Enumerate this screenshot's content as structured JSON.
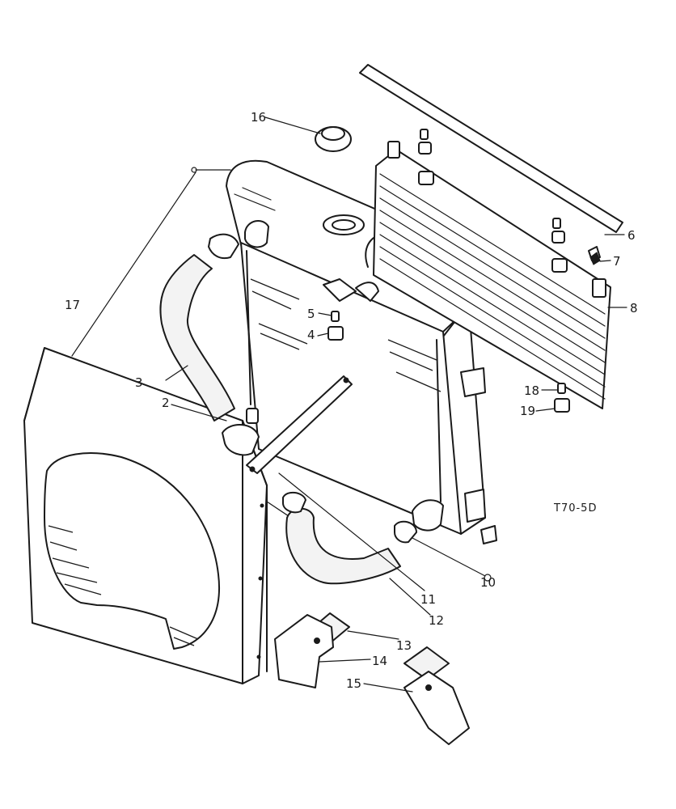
{
  "diagram": {
    "reference_code": "T70-5D",
    "callouts": [
      {
        "id": "c1",
        "label": "2"
      },
      {
        "id": "c2",
        "label": "3"
      },
      {
        "id": "c3",
        "label": "4"
      },
      {
        "id": "c4",
        "label": "5"
      },
      {
        "id": "c5",
        "label": "6"
      },
      {
        "id": "c6",
        "label": "7"
      },
      {
        "id": "c7",
        "label": "8"
      },
      {
        "id": "c8",
        "label": "10"
      },
      {
        "id": "c9",
        "label": "11"
      },
      {
        "id": "c10",
        "label": "12"
      },
      {
        "id": "c11",
        "label": "13"
      },
      {
        "id": "c12",
        "label": "14"
      },
      {
        "id": "c13",
        "label": "15"
      },
      {
        "id": "c14",
        "label": "16"
      },
      {
        "id": "c15",
        "label": "17"
      },
      {
        "id": "c16",
        "label": "18"
      },
      {
        "id": "c17",
        "label": "19"
      }
    ]
  }
}
